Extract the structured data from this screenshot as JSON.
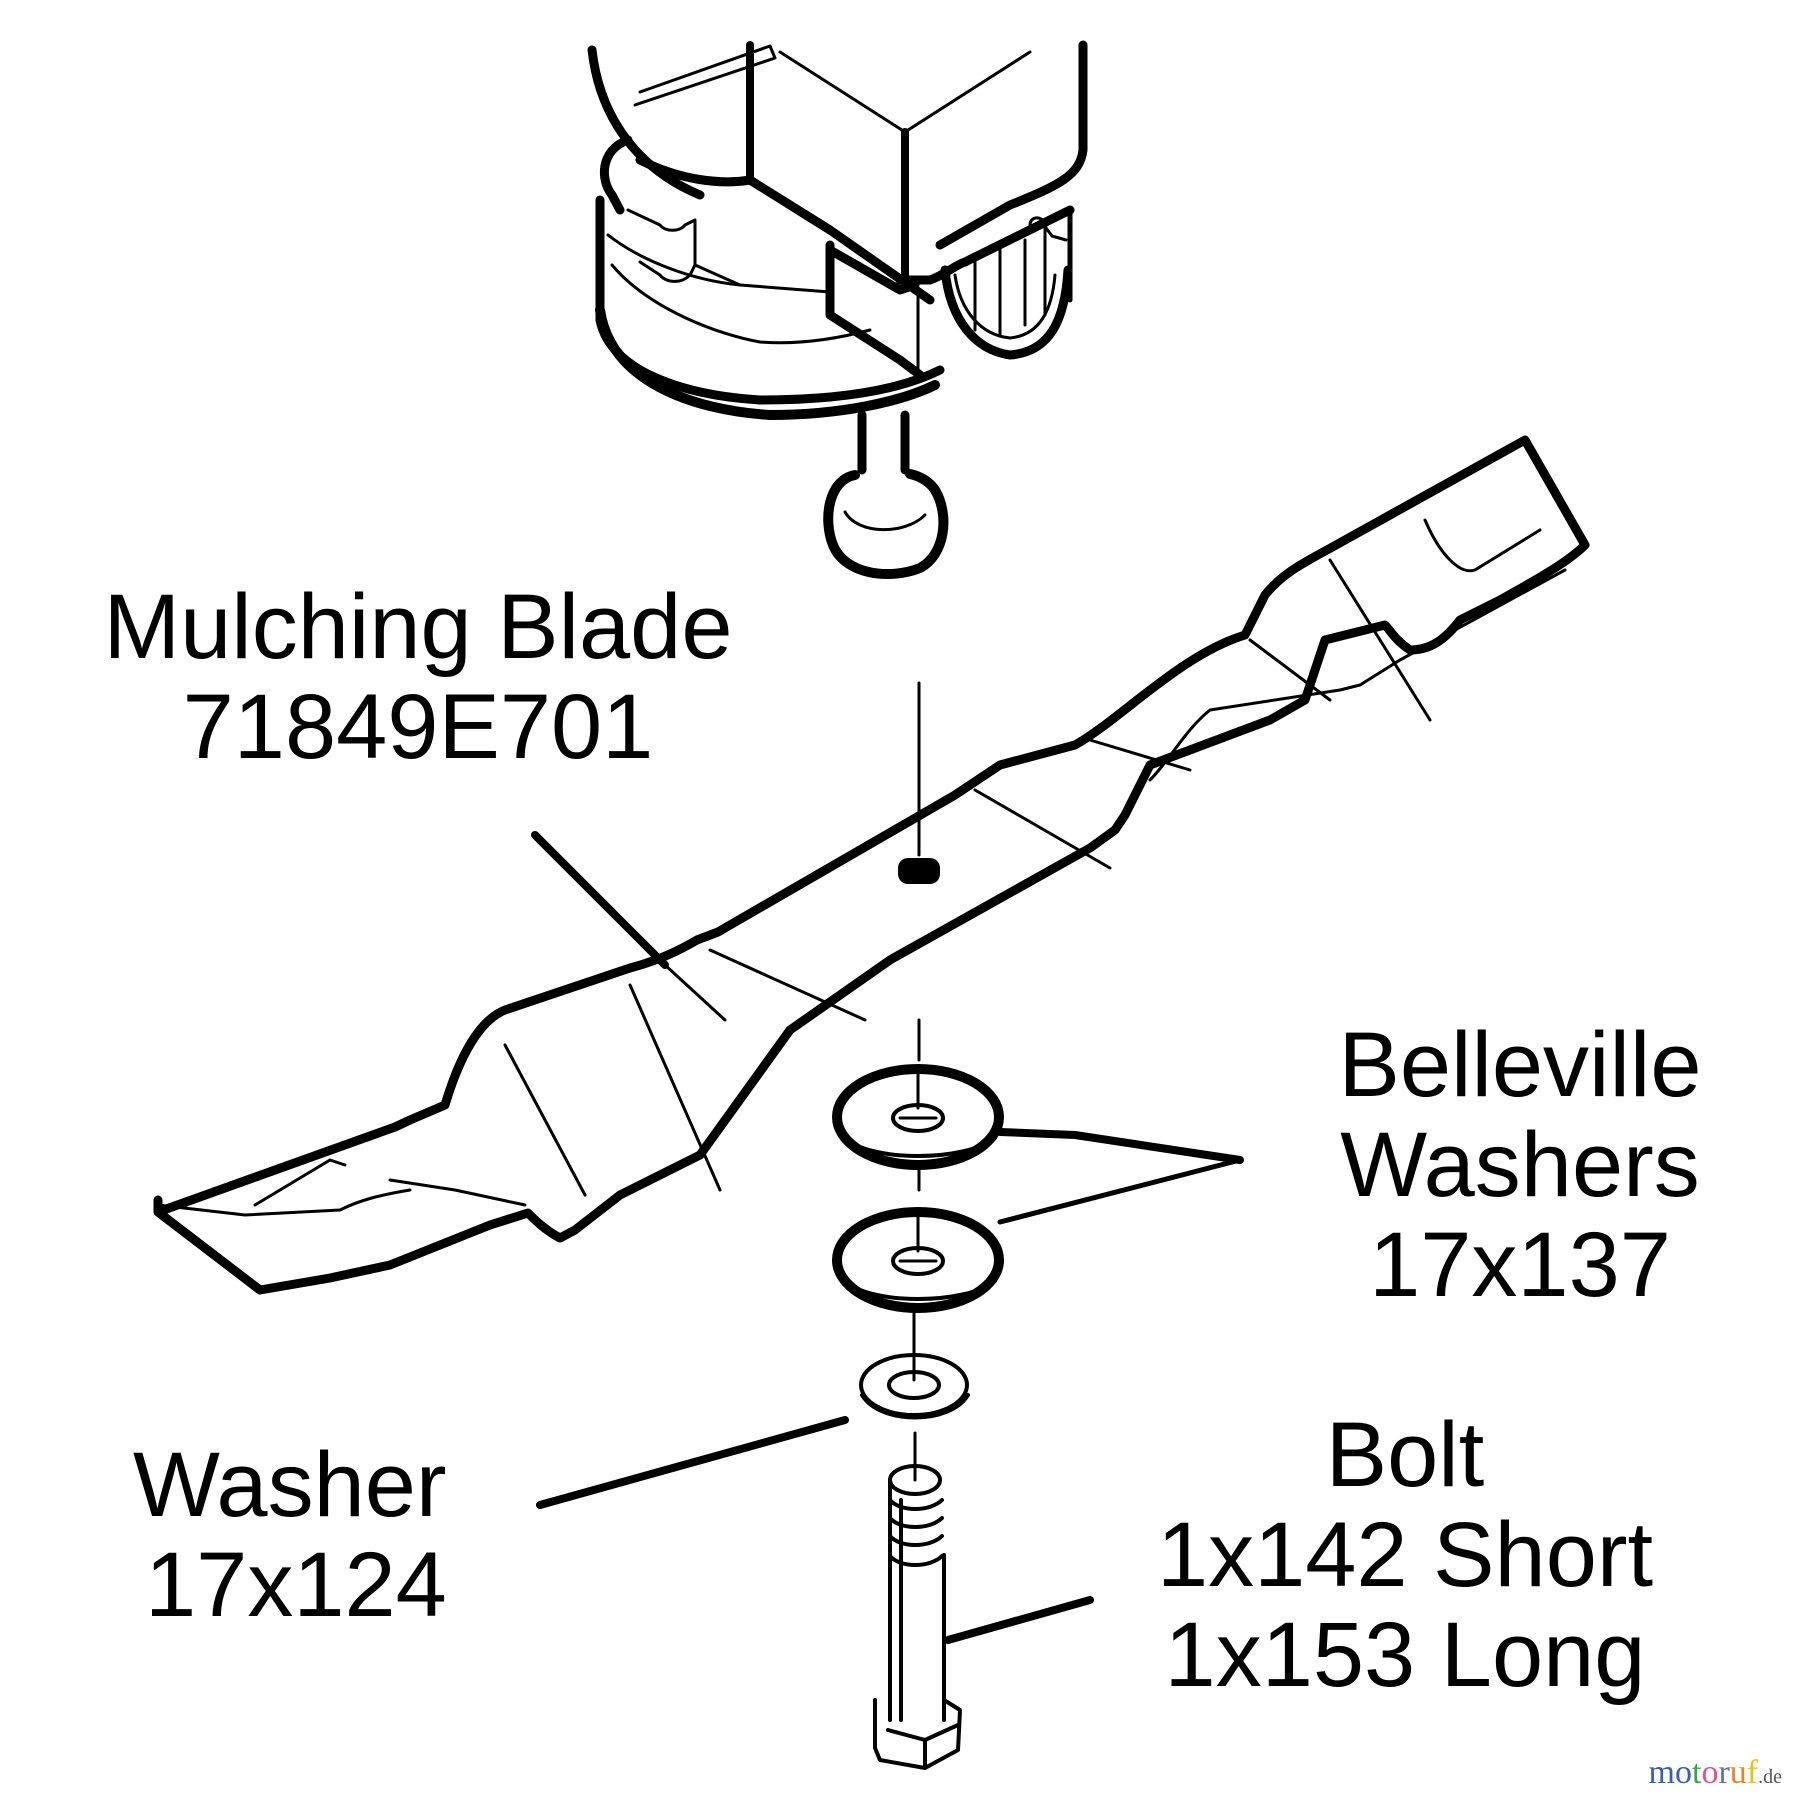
{
  "labels": {
    "blade": {
      "name": "Mulching Blade",
      "part": "71849E701"
    },
    "belleville": {
      "line1": "Belleville",
      "line2": "Washers",
      "part": "17x137"
    },
    "washer": {
      "name": "Washer",
      "part": "17x124"
    },
    "bolt": {
      "name": "Bolt",
      "short": "1x142 Short",
      "long": "1x153 Long"
    }
  },
  "watermark": {
    "letters": [
      {
        "ch": "m",
        "color": "#3b5fa8"
      },
      {
        "ch": "o",
        "color": "#3b5fa8"
      },
      {
        "ch": "t",
        "color": "#3aa04a"
      },
      {
        "ch": "o",
        "color": "#e2508f"
      },
      {
        "ch": "r",
        "color": "#6a6fb5"
      },
      {
        "ch": "u",
        "color": "#e8852c"
      },
      {
        "ch": "f",
        "color": "#e8c21c"
      }
    ],
    "suffix": ".de"
  },
  "colors": {
    "line": "#000000",
    "background": "#ffffff"
  }
}
